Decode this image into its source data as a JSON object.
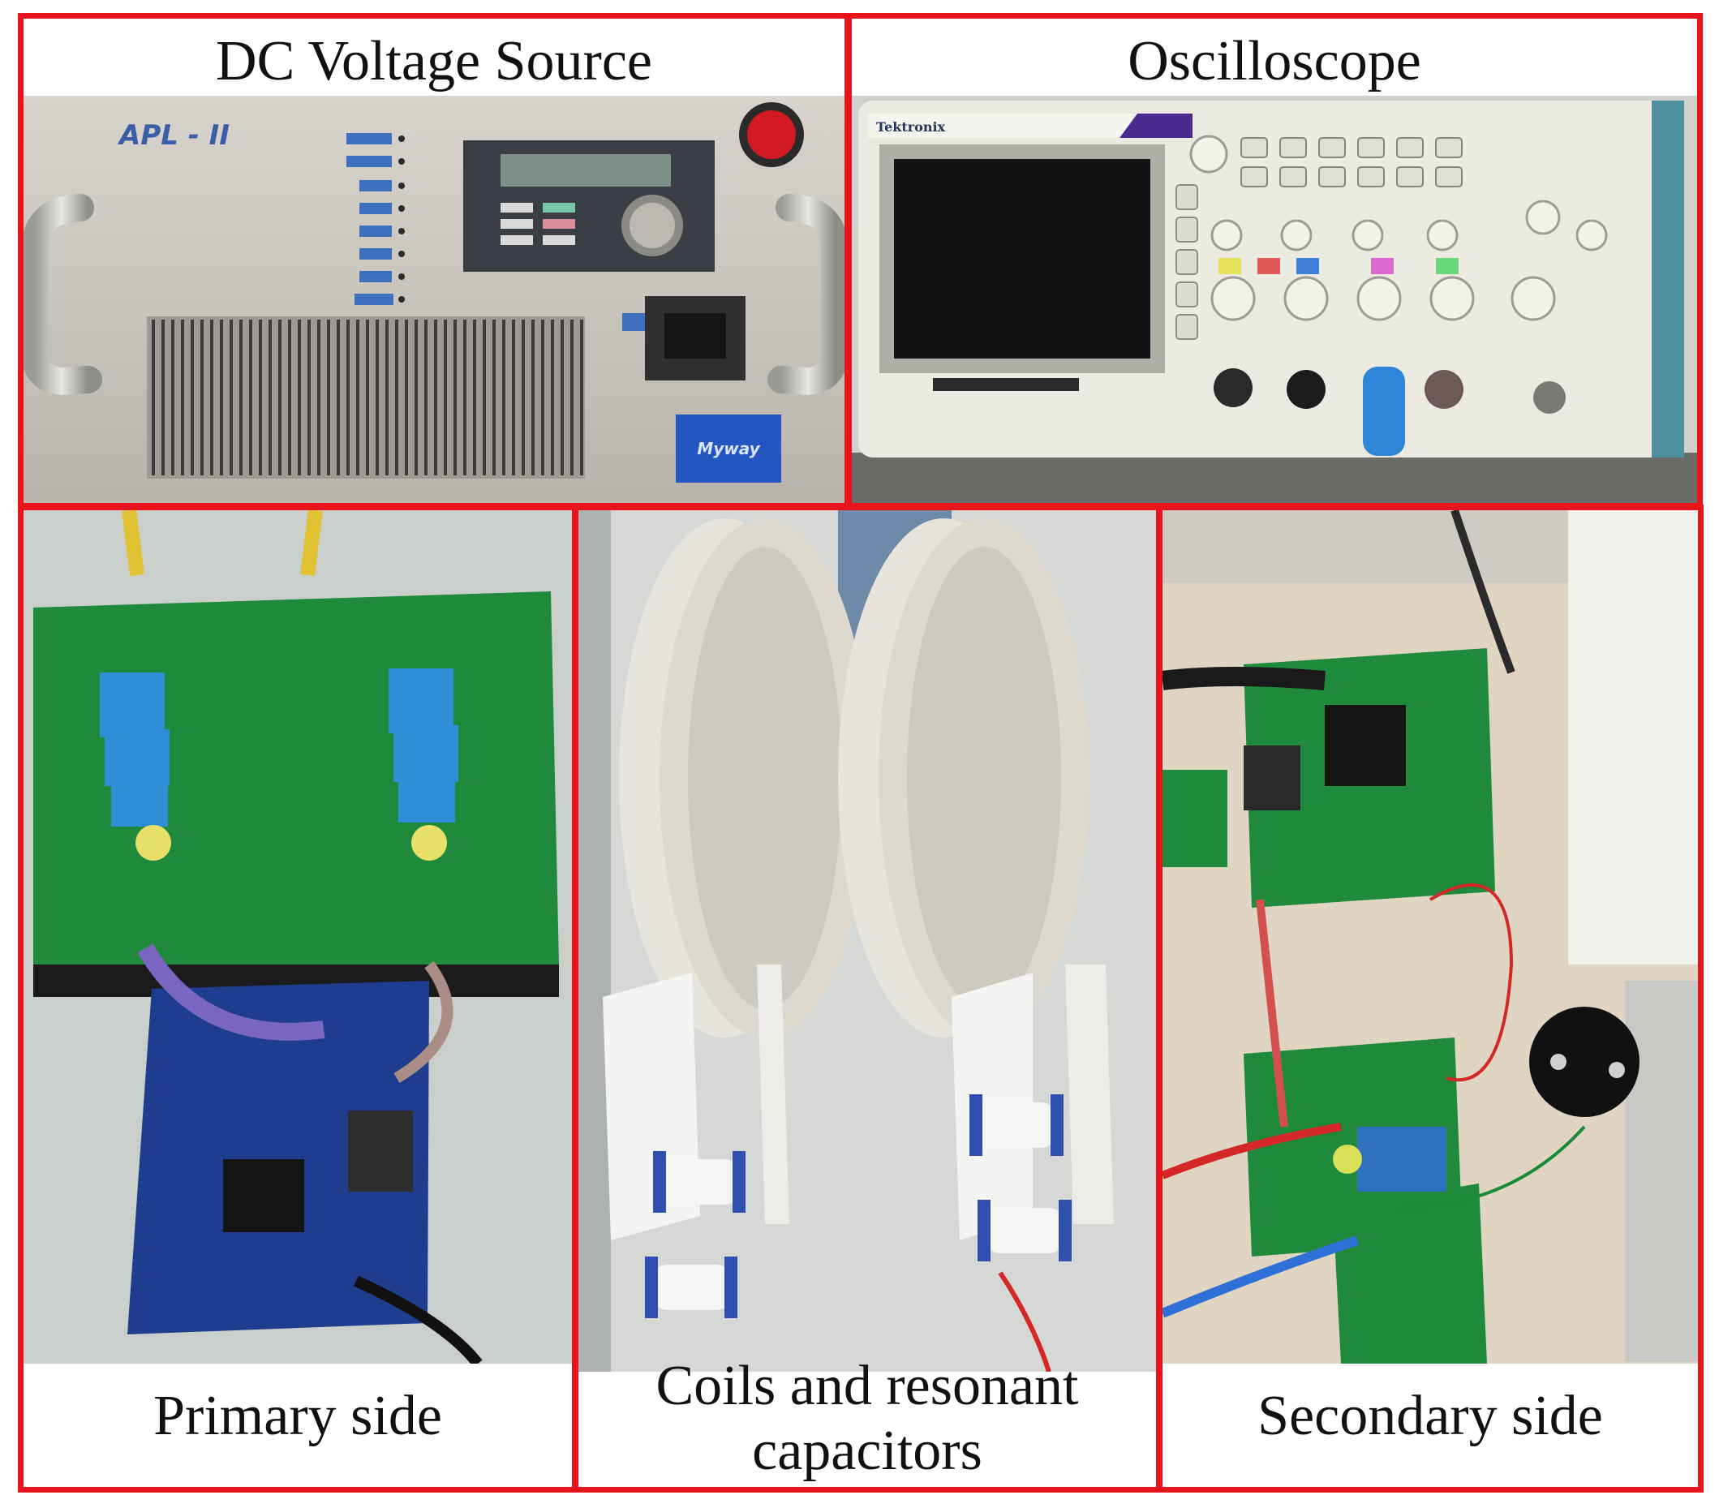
{
  "panels": {
    "dc_source": {
      "label": "DC Voltage Source",
      "device_brand": "APL - II",
      "device_logo": "Myway"
    },
    "oscilloscope": {
      "label": "Oscilloscope",
      "device_brand": "Tektronix"
    },
    "primary_side": {
      "label": "Primary side"
    },
    "coils": {
      "label_line1": "Coils and resonant",
      "label_line2": "capacitors"
    },
    "secondary_side": {
      "label": "Secondary side"
    }
  },
  "colors": {
    "frame": "#e8141b",
    "pcb_green": "#1f8a3c",
    "pcb_blue": "#1e3d8f",
    "capacitor_blue": "#2f8fd6",
    "coil_white": "#e7e4dc"
  }
}
